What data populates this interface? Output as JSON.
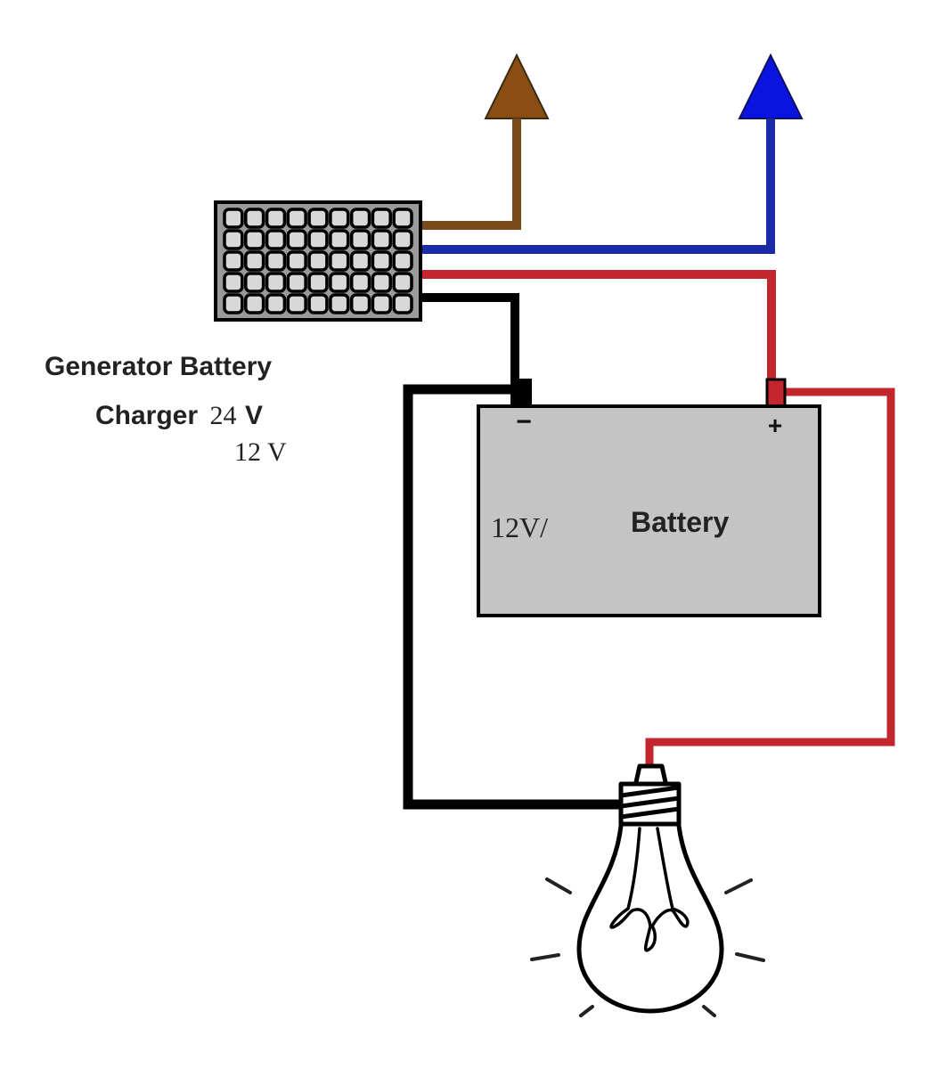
{
  "diagram": {
    "type": "wiring-diagram",
    "charger": {
      "label_line1": "Generator Battery",
      "label_line2_word": "Charger",
      "label_line2_voltage": "24",
      "label_line2_unit": "V",
      "label_line3": "12 V",
      "grid_rows": 5,
      "grid_cols": 9
    },
    "battery": {
      "voltage_label": "12V/",
      "name_label": "Battery",
      "negative_symbol": "−",
      "positive_symbol": "+"
    },
    "wires": [
      {
        "name": "brown-output-wire",
        "color": "#7a4a1c",
        "to": "brown-arrow"
      },
      {
        "name": "blue-output-wire",
        "color": "#1c2aa8",
        "to": "blue-arrow"
      },
      {
        "name": "red-charge-wire",
        "color": "#c4262e",
        "to": "battery-positive"
      },
      {
        "name": "black-charge-wire",
        "color": "#000000",
        "to": "battery-negative"
      },
      {
        "name": "black-load-wire",
        "color": "#000000",
        "from": "battery-negative",
        "to": "bulb"
      },
      {
        "name": "red-load-wire",
        "color": "#c4262e",
        "from": "battery-positive",
        "to": "bulb"
      }
    ],
    "colors": {
      "brown": "#7a4a1c",
      "brown_arrow": "#8a4e14",
      "blue": "#1c2aa8",
      "blue_arrow": "#0a14e0",
      "red": "#c4262e",
      "black": "#000000",
      "battery_fill": "#c4c4c4",
      "charger_fill": "#9a9a9a",
      "cell_fill": "#d8d8d8"
    }
  }
}
